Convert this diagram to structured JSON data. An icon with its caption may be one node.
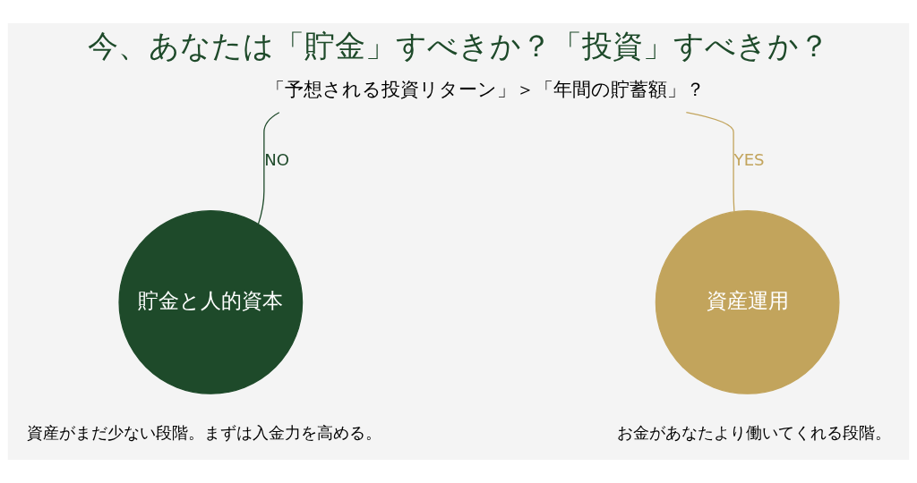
{
  "diagram": {
    "title": "今、あなたは「貯金」すべきか？「投資」すべきか？",
    "nodes": [
      {
        "text": [
          "「予想される投資リターン」＞「年間の貯蓄額」？"
        ]
      },
      {
        "text": [
          "貯金と人的資本"
        ],
        "beside": [
          "資産がまだ少ない段階。まずは入金力を高める。"
        ]
      },
      {
        "text": [
          "資産運用"
        ],
        "beside": [
          "お金があなたより働いてくれる段階。"
        ]
      }
    ],
    "edges": [
      {
        "from": 0,
        "to": 1,
        "arrow": "none",
        "label": "NO",
        "color": "#1e4a2a"
      },
      {
        "from": 0,
        "to": 2,
        "arrow": "none",
        "label": "YES",
        "color": "#c2a45c"
      }
    ]
  }
}
